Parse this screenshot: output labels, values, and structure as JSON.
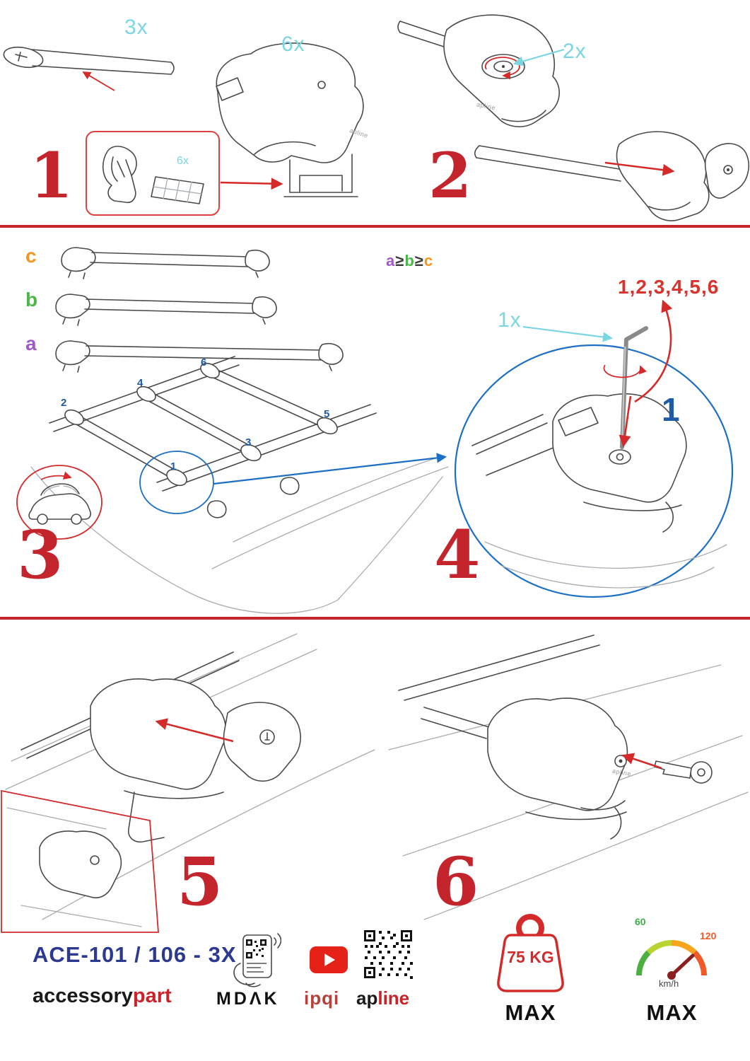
{
  "colors": {
    "step_red": "#c4242b",
    "arrow_red": "#d42a2a",
    "cyan": "#7cd6e2",
    "position_blue": "#1e5aa8",
    "circle_blue": "#1d6fc4",
    "size_c_orange": "#f7941d",
    "size_b_green": "#4cb648",
    "size_a_purple": "#a05ac7",
    "model_blue": "#2b3990",
    "brand_red": "#cc2229",
    "youtube_red": "#e62117"
  },
  "steps": {
    "s1": {
      "num": "1",
      "bar_count": "3x",
      "foot_count": "6x",
      "pad_count": "6x"
    },
    "s2": {
      "num": "2",
      "knob_count": "2x"
    },
    "s3": {
      "num": "3",
      "size_c": "c",
      "size_b": "b",
      "size_a": "a",
      "formula": {
        "a": "a",
        "ge1": "≥",
        "b": "b",
        "ge2": "≥",
        "c": "c"
      },
      "positions": {
        "p1": "1",
        "p2": "2",
        "p3": "3",
        "p4": "4",
        "p5": "5",
        "p6": "6"
      }
    },
    "s4": {
      "num": "4",
      "key_count": "1x",
      "sequence": "1,2,3,4,5,6",
      "first_position": "1"
    },
    "s5": {
      "num": "5"
    },
    "s6": {
      "num": "6"
    }
  },
  "brand_on_parts": "apline",
  "footer": {
    "model": "ACE-101 / 106 - 3X",
    "brand1_black": "accessory",
    "brand1_red": "part",
    "brand2": "MDΛK",
    "brand3": "ipqi",
    "brand4_black": "ap",
    "brand4_red": "line",
    "weight_value": "75 KG",
    "weight_max": "MAX",
    "speed_low": "60",
    "speed_high": "120",
    "speed_unit": "km/h",
    "speed_max": "MAX"
  }
}
